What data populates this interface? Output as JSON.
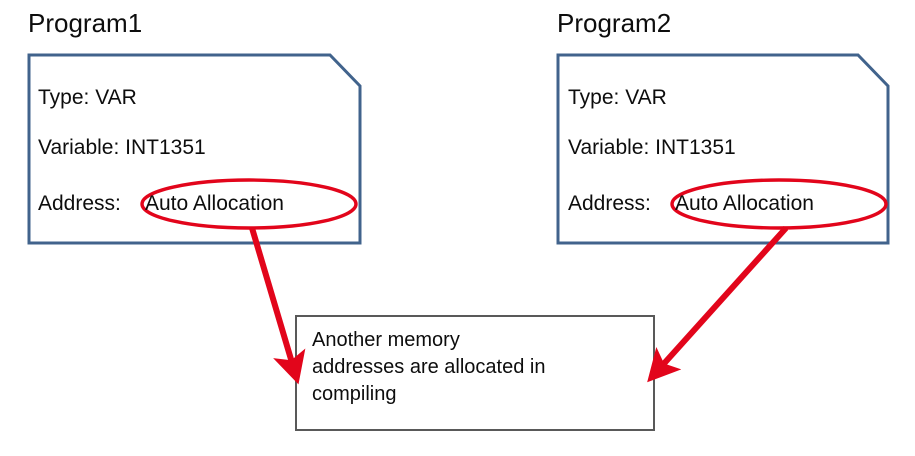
{
  "diagram": {
    "title_color": "#0d0d0d",
    "card_border_color": "#41638c",
    "highlight_color": "#e2051b",
    "note_border_color": "#595959",
    "cards": [
      {
        "name": "program1",
        "title": "Program1",
        "lines": [
          "Type: VAR",
          "Variable: INT1351",
          "Address:"
        ],
        "highlighted_value": "Auto Allocation"
      },
      {
        "name": "program2",
        "title": "Program2",
        "lines": [
          "Type: VAR",
          "Variable: INT1351",
          "Address:"
        ],
        "highlighted_value": "Auto Allocation"
      }
    ],
    "note": {
      "line1": "Another memory",
      "line2": "addresses are allocated in",
      "line3": "compiling"
    }
  }
}
